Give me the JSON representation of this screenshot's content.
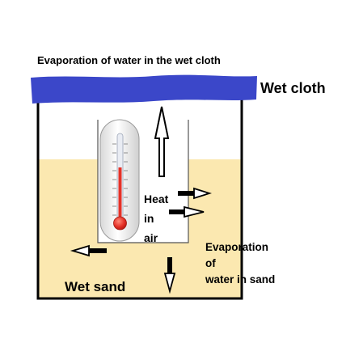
{
  "title": "Evaporation of water in the wet cloth",
  "cloth_label": "Wet cloth",
  "sand_label": "Wet sand",
  "heat_label": [
    "Heat",
    "in",
    "air"
  ],
  "evaporation_sand_label": [
    "Evaporation",
    "of",
    "water in sand"
  ],
  "colors": {
    "wet_cloth": "#3b47c9",
    "wet_sand": "#fbe8b0",
    "outline": "#000000",
    "mercury": "#e53228",
    "thermometer_body": "#f4f4f4"
  },
  "icons": {
    "thermometer": "thermometer-icon",
    "arrow": "arrow-icon"
  }
}
